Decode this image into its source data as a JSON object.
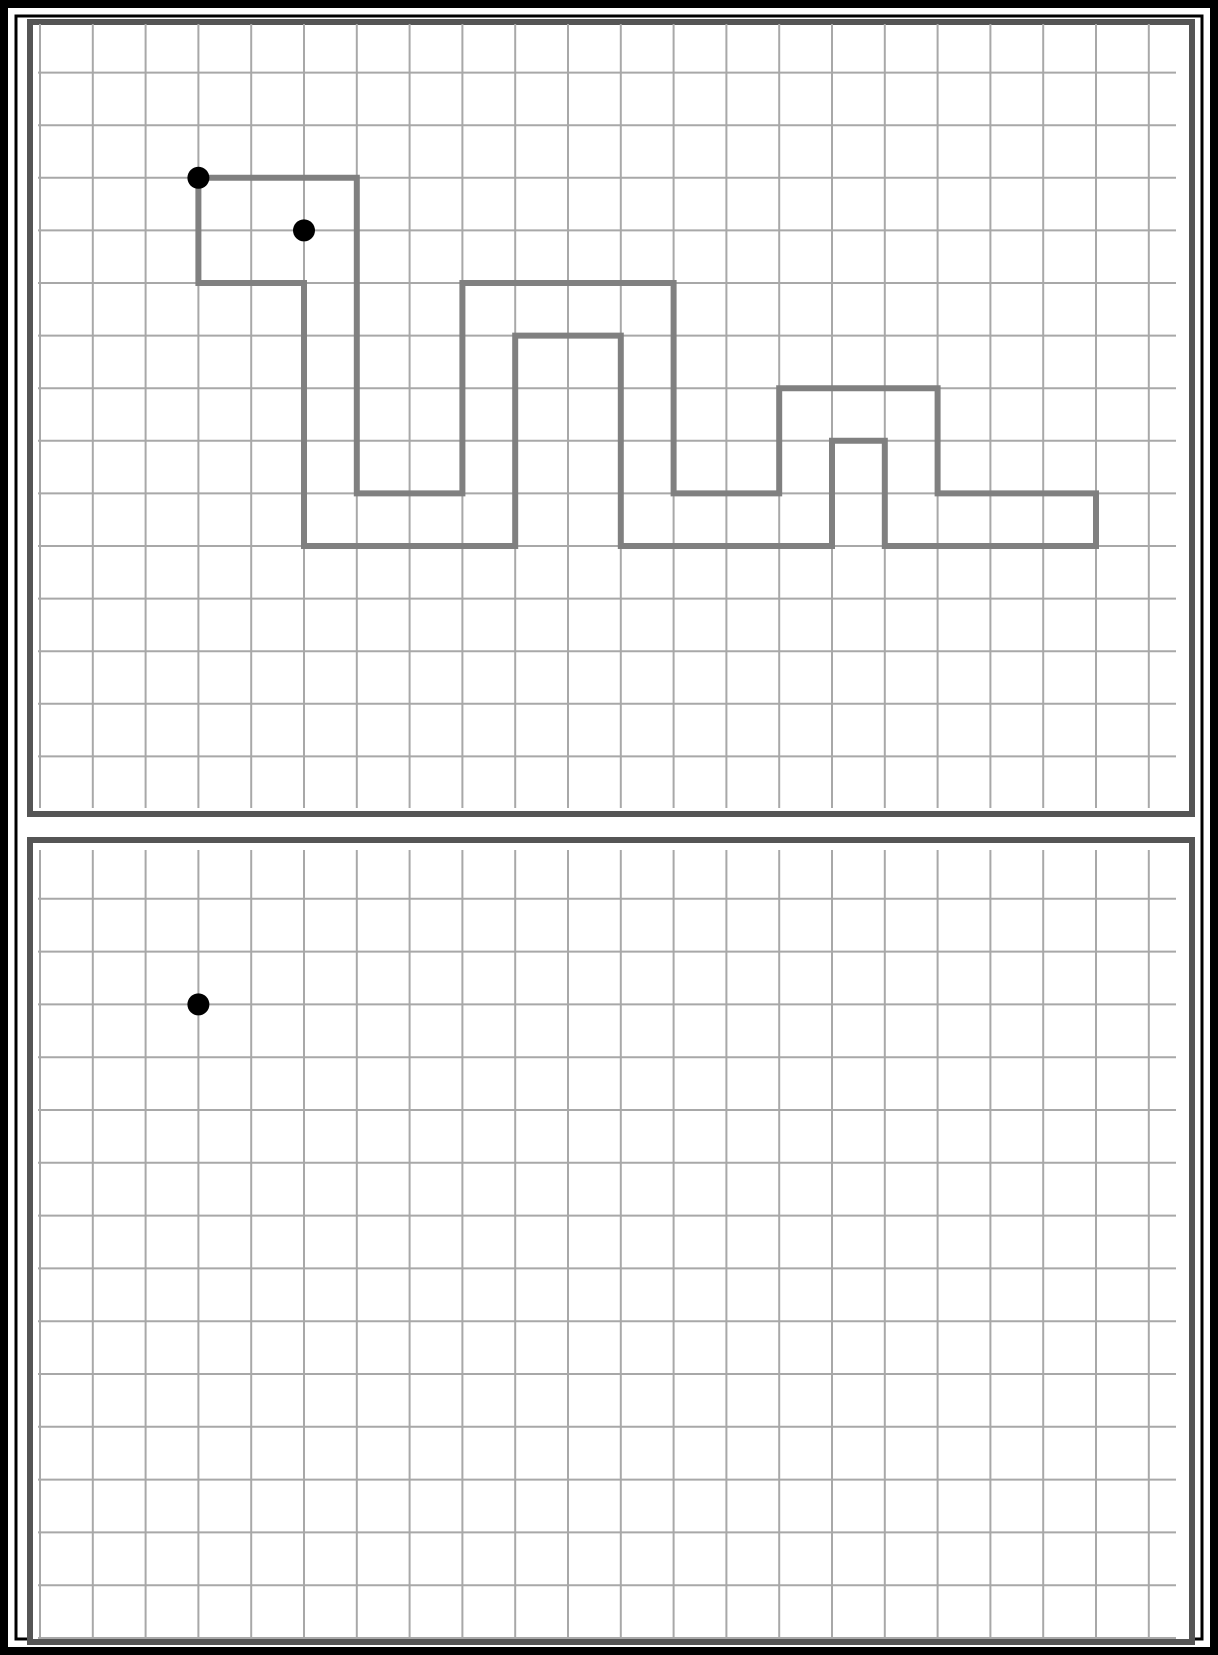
{
  "worksheet": {
    "colors": {
      "border": "#000000",
      "panel_border": "#555555",
      "grid_line": "#a8a8a8",
      "figure_line": "#808080",
      "dot": "#000000"
    },
    "grid": {
      "columns": 21,
      "rows": 15
    },
    "top_panel": {
      "figure_path": [
        [
          3,
          3
        ],
        [
          6,
          3
        ],
        [
          6,
          9
        ],
        [
          8,
          9
        ],
        [
          8,
          5
        ],
        [
          12,
          5
        ],
        [
          12,
          9
        ],
        [
          14,
          9
        ],
        [
          14,
          7
        ],
        [
          17,
          7
        ],
        [
          17,
          9
        ],
        [
          20,
          9
        ],
        [
          20,
          10
        ],
        [
          16,
          10
        ],
        [
          16,
          8
        ],
        [
          15,
          8
        ],
        [
          15,
          10
        ],
        [
          11,
          10
        ],
        [
          11,
          6
        ],
        [
          9,
          6
        ],
        [
          9,
          10
        ],
        [
          5,
          10
        ],
        [
          5,
          5
        ],
        [
          3,
          5
        ],
        [
          3,
          3
        ]
      ],
      "dots": [
        [
          3,
          3
        ],
        [
          5,
          4
        ]
      ]
    },
    "bottom_panel": {
      "figure_path": [],
      "dots": [
        [
          3,
          3
        ]
      ]
    }
  }
}
